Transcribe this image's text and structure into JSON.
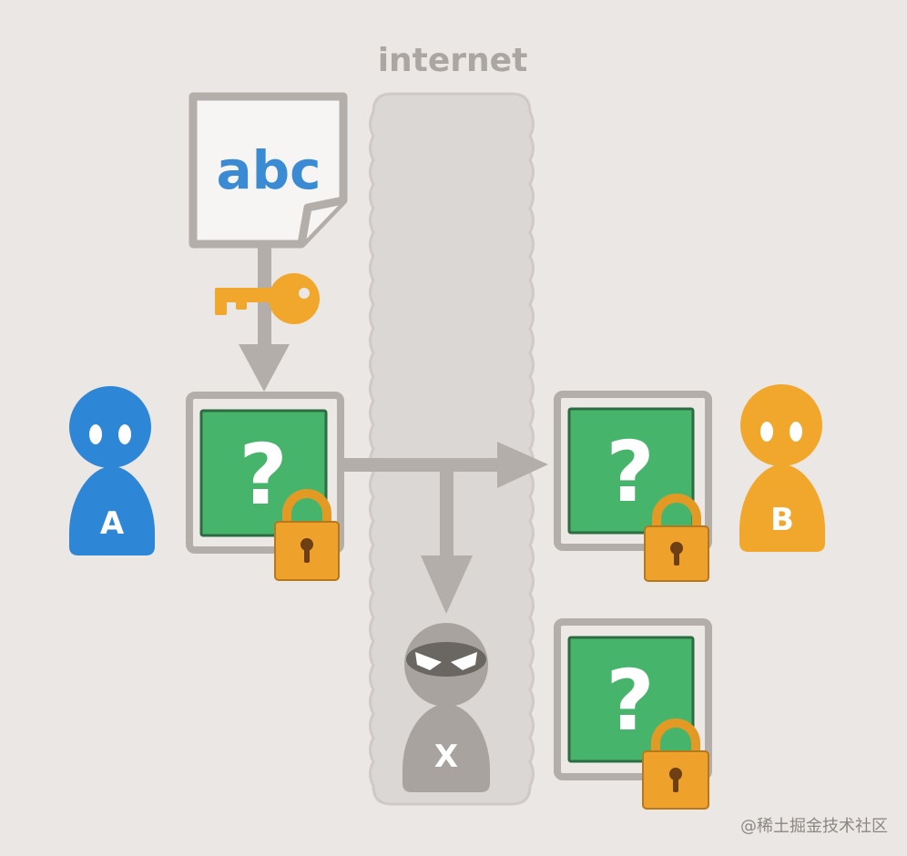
{
  "labels": {
    "internet": "internet",
    "document_text": "abc",
    "box_sent_symbol": "?",
    "box_received_symbol": "?",
    "box_intercepted_symbol": "?",
    "person_a": "A",
    "person_b": "B",
    "person_x": "X",
    "watermark": "@稀土掘金技术社区"
  },
  "icons": {
    "document": "document-icon",
    "key": "key-icon",
    "padlock": "padlock-icon",
    "person": "person-icon",
    "masked_person": "masked-person-icon"
  },
  "colors": {
    "background": "#ebe7e5",
    "internet_band": "#dbd7d4",
    "arrow_gray": "#b3aeaa",
    "document_text": "#3a8ad4",
    "person_a": "#2e86d6",
    "person_b": "#f0a72b",
    "person_x": "#a8a39e",
    "mask": "#6a6662",
    "box_green": "#46b56b",
    "key": "#f0a72b",
    "padlock": "#eea22b",
    "keyhole": "#6e3f12"
  }
}
